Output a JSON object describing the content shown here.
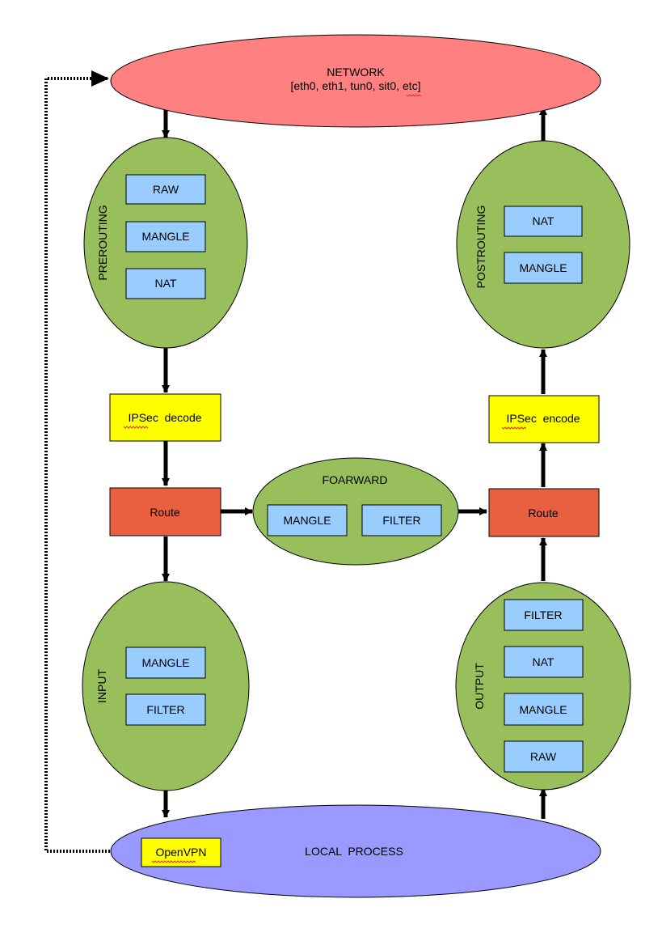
{
  "colors": {
    "network": "#ff8080",
    "local_process": "#9999ff",
    "chain": "#99bf5c",
    "table": "#99ccff",
    "ipsec": "#ffff00",
    "route": "#e86040",
    "line": "#000000"
  },
  "network": {
    "title": "NETWORK",
    "interfaces": "[eth0, eth1, tun0, sit0, etc]"
  },
  "local_process": {
    "label": "LOCAL  PROCESS",
    "openvpn": "OpenVPN"
  },
  "prerouting": {
    "label": "PREROUTING",
    "tables": [
      "RAW",
      "MANGLE",
      "NAT"
    ]
  },
  "postrouting": {
    "label": "POSTROUTING",
    "tables": [
      "NAT",
      "MANGLE"
    ]
  },
  "forward": {
    "label": "FOARWARD",
    "tables": [
      "MANGLE",
      "FILTER"
    ]
  },
  "input": {
    "label": "INPUT",
    "tables": [
      "MANGLE",
      "FILTER"
    ]
  },
  "output": {
    "label": "OUTPUT",
    "tables": [
      "FILTER",
      "NAT",
      "MANGLE",
      "RAW"
    ]
  },
  "ipsec_decode": "IPSec  decode",
  "ipsec_encode": "IPSec  encode",
  "route_left": "Route",
  "route_right": "Route"
}
